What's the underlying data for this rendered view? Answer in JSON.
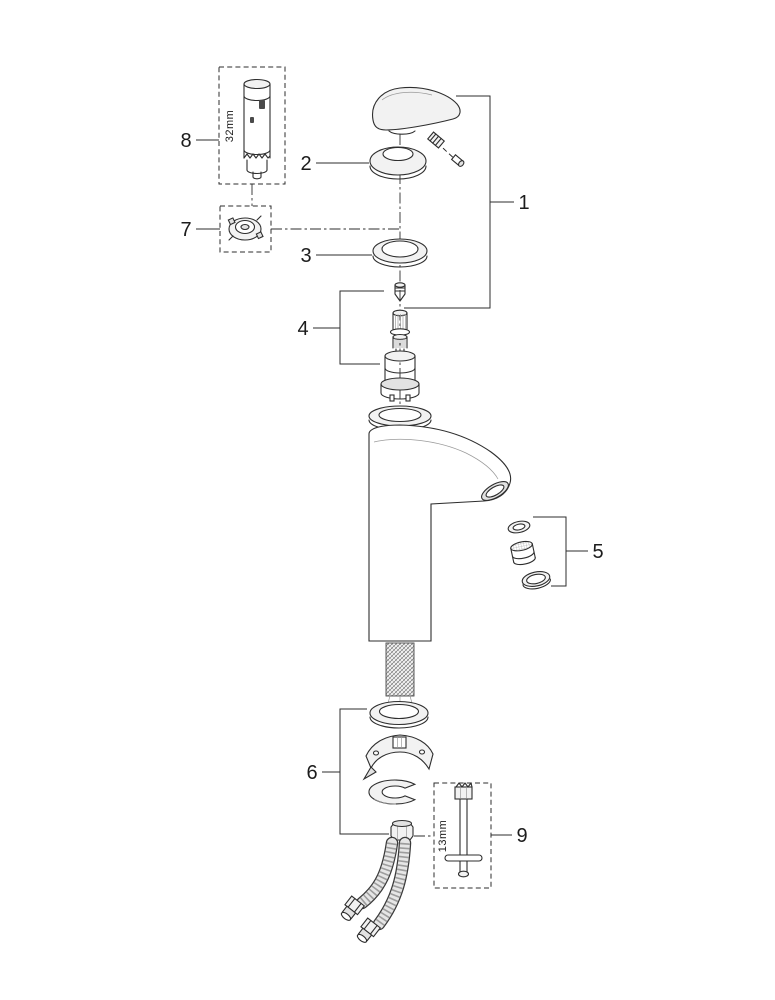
{
  "diagram": {
    "background": "#ffffff",
    "line_color": "#2e2e2e",
    "part_labels": {
      "p1": "1",
      "p2": "2",
      "p3": "3",
      "p4": "4",
      "p5": "5",
      "p6": "6",
      "p7": "7",
      "p8": "8",
      "p9": "9"
    },
    "dimensions": {
      "cartridge_box": "32mm",
      "tool_box": "13mm"
    }
  }
}
